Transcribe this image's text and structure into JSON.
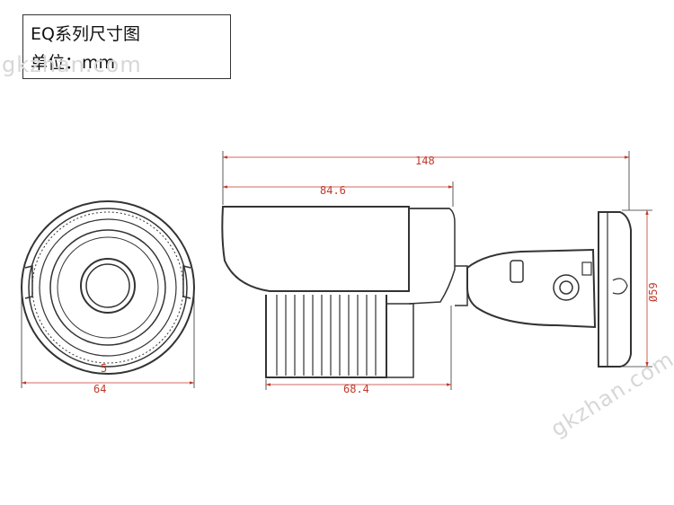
{
  "title": {
    "line1": "EQ系列尺寸图",
    "line2": "单位：mm"
  },
  "dimensions": {
    "overall_length": "148",
    "housing_length": "84.6",
    "finned_length": "68.4",
    "front_diameter": "64",
    "front_small": "5",
    "bracket_diameter": "Ø59"
  },
  "watermark": {
    "left": "gkzhan.com",
    "right": "gkzhan.com"
  },
  "colors": {
    "line": "#333333",
    "dimension": "#c0392b",
    "watermark": "#d7d7d7"
  }
}
